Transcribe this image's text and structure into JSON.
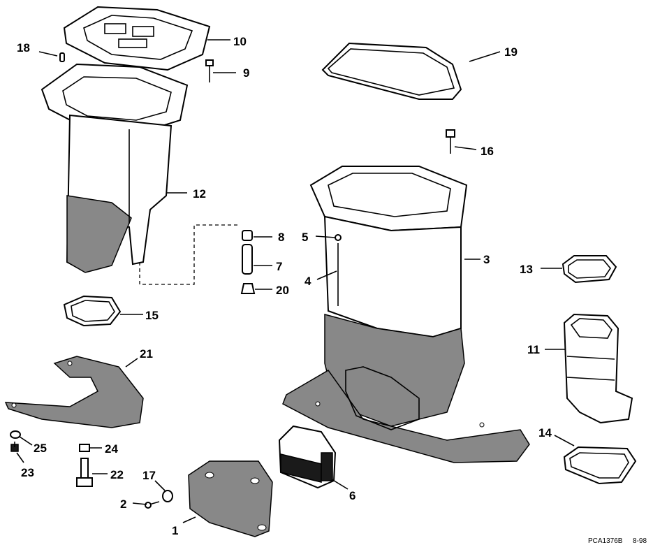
{
  "callouts": {
    "c1": "1",
    "c2": "2",
    "c3": "3",
    "c4": "4",
    "c5": "5",
    "c6": "6",
    "c7": "7",
    "c8": "8",
    "c9": "9",
    "c10": "10",
    "c11": "11",
    "c12": "12",
    "c13": "13",
    "c14": "14",
    "c15": "15",
    "c16": "16",
    "c17": "17",
    "c18": "18",
    "c19": "19",
    "c20": "20",
    "c21": "21",
    "c22": "22",
    "c23": "23",
    "c24": "24",
    "c25": "25"
  },
  "footer": {
    "code": "PCA1376B",
    "date": "8-98"
  }
}
